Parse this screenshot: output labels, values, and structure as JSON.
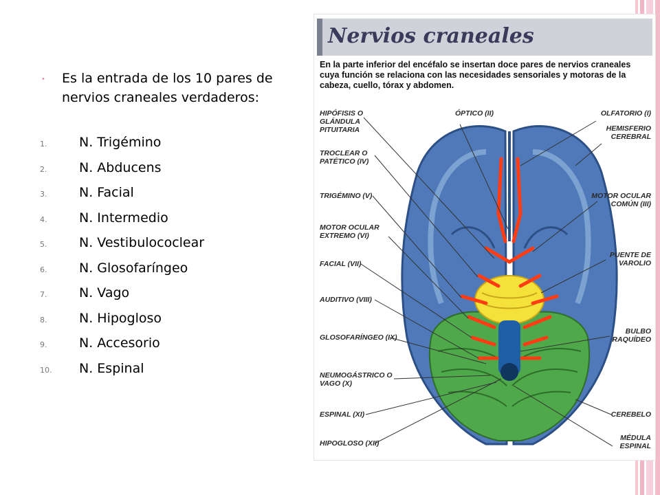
{
  "slide": {
    "intro": "Es la entrada de los 10 pares de nervios craneales verdaderos:",
    "nerves": [
      {
        "num": "1.",
        "name": "N. Trigémino"
      },
      {
        "num": "2.",
        "name": "N. Abducens"
      },
      {
        "num": "3.",
        "name": "N. Facial"
      },
      {
        "num": "4.",
        "name": "N. Intermedio"
      },
      {
        "num": "5.",
        "name": "N. Vestibulococlear"
      },
      {
        "num": "6.",
        "name": "N. Glosofaríngeo"
      },
      {
        "num": "7.",
        "name": "N. Vago"
      },
      {
        "num": "8.",
        "name": "N. Hipogloso"
      },
      {
        "num": "9.",
        "name": "N. Accesorio"
      },
      {
        "num": "10.",
        "name": "N. Espinal"
      }
    ]
  },
  "figure": {
    "title": "Nervios craneales",
    "description": "En la parte inferior del encéfalo se insertan doce pares de nervios craneales cuya función se relaciona con las necesidades sensoriales y motoras de la cabeza, cuello, tórax y abdomen.",
    "labels_left": {
      "hipofisis": "Hipófisis o glándula pituitaria",
      "troclear": "Troclear o patético (IV)",
      "trigemino": "Trigémino (V)",
      "motor_externo": "Motor ocular extremo (VI)",
      "facial": "Facial (VII)",
      "auditivo": "Auditivo (VIII)",
      "glosofaringeo": "Glosofaríngeo (IX)",
      "neumogastrico": "Neumogástrico o vago (X)",
      "espinal": "Espinal (XI)",
      "hipogloso": "Hipogloso (XII)"
    },
    "labels_top": {
      "optico": "Óptico (II)"
    },
    "labels_right": {
      "olfatorio": "Olfatorio (I)",
      "hemisferio": "Hemisferio cerebral",
      "motor_comun": "Motor ocular común (III)",
      "puente": "Puente de Varolio",
      "bulbo": "Bulbo raquídeo",
      "cerebelo": "Cerebelo",
      "medula": "Médula espinal"
    }
  },
  "colors": {
    "brain_blue": "#4f79b8",
    "brain_blue_light": "#8fb3dc",
    "nerve_red": "#ff3c14",
    "pons_yellow": "#f4e23a",
    "cerebellum_green": "#4fa84a",
    "medulla_blue": "#1f5fa8",
    "stripe_pink": "#f6c6d3"
  }
}
